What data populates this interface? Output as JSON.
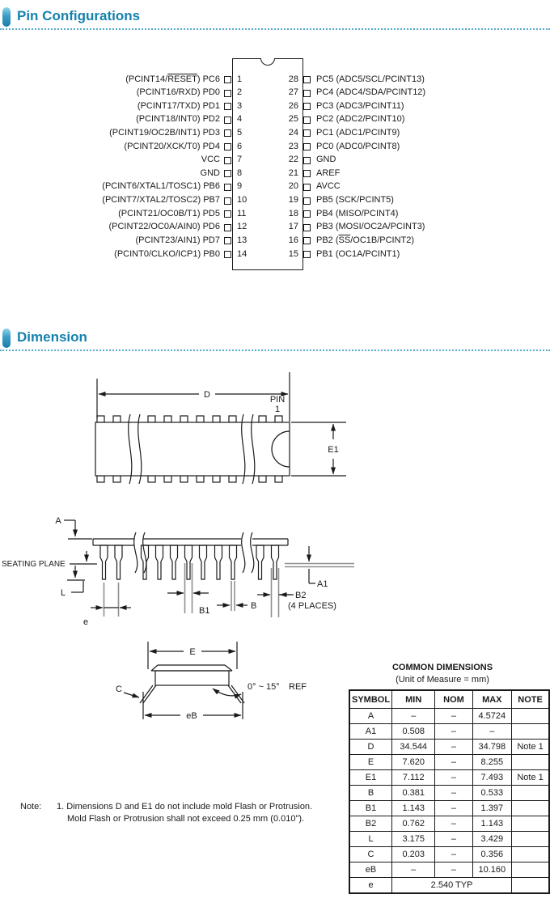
{
  "colors": {
    "accent": "#1581ae",
    "divider": "#54abcd"
  },
  "sections": {
    "pin_config": {
      "title": "Pin Configurations"
    },
    "dimension": {
      "title": "Dimension"
    }
  },
  "pinout": {
    "left": [
      {
        "num": "1",
        "pre": "(PCINT14/",
        "over": "RESET",
        "post": ") PC6"
      },
      {
        "num": "2",
        "pre": "(PCINT16/RXD) PD0",
        "over": "",
        "post": ""
      },
      {
        "num": "3",
        "pre": "(PCINT17/TXD) PD1",
        "over": "",
        "post": ""
      },
      {
        "num": "4",
        "pre": "(PCINT18/INT0) PD2",
        "over": "",
        "post": ""
      },
      {
        "num": "5",
        "pre": "(PCINT19/OC2B/INT1) PD3",
        "over": "",
        "post": ""
      },
      {
        "num": "6",
        "pre": "(PCINT20/XCK/T0) PD4",
        "over": "",
        "post": ""
      },
      {
        "num": "7",
        "pre": "VCC",
        "over": "",
        "post": ""
      },
      {
        "num": "8",
        "pre": "GND",
        "over": "",
        "post": ""
      },
      {
        "num": "9",
        "pre": "(PCINT6/XTAL1/TOSC1) PB6",
        "over": "",
        "post": ""
      },
      {
        "num": "10",
        "pre": "(PCINT7/XTAL2/TOSC2) PB7",
        "over": "",
        "post": ""
      },
      {
        "num": "11",
        "pre": "(PCINT21/OC0B/T1) PD5",
        "over": "",
        "post": ""
      },
      {
        "num": "12",
        "pre": "(PCINT22/OC0A/AIN0) PD6",
        "over": "",
        "post": ""
      },
      {
        "num": "13",
        "pre": "(PCINT23/AIN1) PD7",
        "over": "",
        "post": ""
      },
      {
        "num": "14",
        "pre": "(PCINT0/CLKO/ICP1) PB0",
        "over": "",
        "post": ""
      }
    ],
    "right": [
      {
        "num": "28",
        "pre": "PC5 (ADC5/SCL/PCINT13)",
        "over": "",
        "post": ""
      },
      {
        "num": "27",
        "pre": "PC4 (ADC4/SDA/PCINT12)",
        "over": "",
        "post": ""
      },
      {
        "num": "26",
        "pre": "PC3 (ADC3/PCINT11)",
        "over": "",
        "post": ""
      },
      {
        "num": "25",
        "pre": "PC2 (ADC2/PCINT10)",
        "over": "",
        "post": ""
      },
      {
        "num": "24",
        "pre": "PC1 (ADC1/PCINT9)",
        "over": "",
        "post": ""
      },
      {
        "num": "23",
        "pre": "PC0 (ADC0/PCINT8)",
        "over": "",
        "post": ""
      },
      {
        "num": "22",
        "pre": "GND",
        "over": "",
        "post": ""
      },
      {
        "num": "21",
        "pre": "AREF",
        "over": "",
        "post": ""
      },
      {
        "num": "20",
        "pre": "AVCC",
        "over": "",
        "post": ""
      },
      {
        "num": "19",
        "pre": "PB5 (SCK/PCINT5)",
        "over": "",
        "post": ""
      },
      {
        "num": "18",
        "pre": "PB4 (MISO/PCINT4)",
        "over": "",
        "post": ""
      },
      {
        "num": "17",
        "pre": "PB3 (MOSI/OC2A/PCINT3)",
        "over": "",
        "post": ""
      },
      {
        "num": "16",
        "pre": "PB2 (",
        "over": "SS",
        "post": "/OC1B/PCINT2)"
      },
      {
        "num": "15",
        "pre": "PB1 (OC1A/PCINT1)",
        "over": "",
        "post": ""
      }
    ]
  },
  "dim_labels": {
    "d": "D",
    "pin": "PIN",
    "pin1": "1",
    "e1": "E1",
    "a": "A",
    "seating_plane": "SEATING PLANE",
    "l": "L",
    "e": "e",
    "b1": "B1",
    "b": "B",
    "b2": "B2",
    "b2_note": "(4 PLACES)",
    "a1": "A1",
    "e_body": "E",
    "c": "C",
    "angle": "0° ~ 15°",
    "ref": "REF",
    "eb": "eB"
  },
  "dim_table": {
    "title": "COMMON DIMENSIONS",
    "subtitle": "(Unit of Measure = mm)",
    "headers": [
      "SYMBOL",
      "MIN",
      "NOM",
      "MAX",
      "NOTE"
    ],
    "rows": [
      [
        "A",
        "–",
        "–",
        "4.5724",
        ""
      ],
      [
        "A1",
        "0.508",
        "–",
        "–",
        ""
      ],
      [
        "D",
        "34.544",
        "–",
        "34.798",
        "Note 1"
      ],
      [
        "E",
        "7.620",
        "–",
        "8.255",
        ""
      ],
      [
        "E1",
        "7.112",
        "–",
        "7.493",
        "Note 1"
      ],
      [
        "B",
        "0.381",
        "–",
        "0.533",
        ""
      ],
      [
        "B1",
        "1.143",
        "–",
        "1.397",
        ""
      ],
      [
        "B2",
        "0.762",
        "–",
        "1.143",
        ""
      ],
      [
        "L",
        "3.175",
        "–",
        "3.429",
        ""
      ],
      [
        "C",
        "0.203",
        "–",
        "0.356",
        ""
      ],
      [
        "eB",
        "–",
        "–",
        "10.160",
        ""
      ]
    ],
    "last_row": {
      "symbol": "e",
      "value": "2.540 TYP",
      "note": ""
    }
  },
  "note": {
    "label": "Note:",
    "line1": "1. Dimensions D and E1 do not include mold Flash or Protrusion.",
    "line2": "Mold Flash or Protrusion shall not exceed 0.25 mm (0.010\")."
  }
}
